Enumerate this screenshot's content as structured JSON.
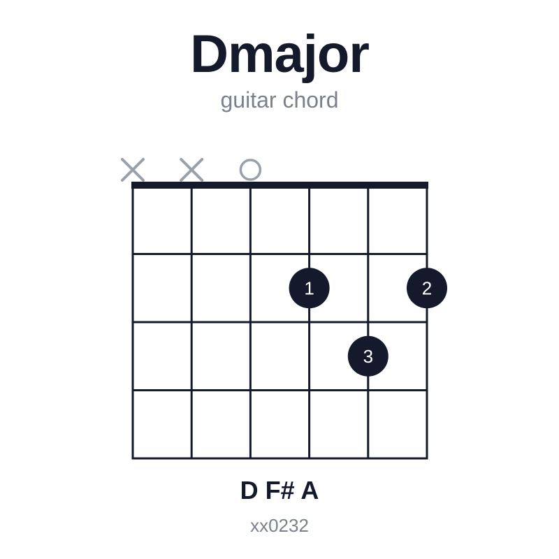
{
  "chord": {
    "name": "Dmajor",
    "subtitle": "guitar chord",
    "notes": "D F# A",
    "fingering": "xx0232"
  },
  "diagram": {
    "strings": 6,
    "frets": 4,
    "string_markers": [
      "x",
      "x",
      "o",
      "",
      "",
      ""
    ],
    "dots": [
      {
        "string": 4,
        "fret": 2,
        "finger": "1"
      },
      {
        "string": 6,
        "fret": 2,
        "finger": "2"
      },
      {
        "string": 5,
        "fret": 3,
        "finger": "3"
      }
    ]
  },
  "colors": {
    "ink": "#141a2b",
    "muted": "#9aa0aa",
    "dot_text": "#ffffff"
  }
}
